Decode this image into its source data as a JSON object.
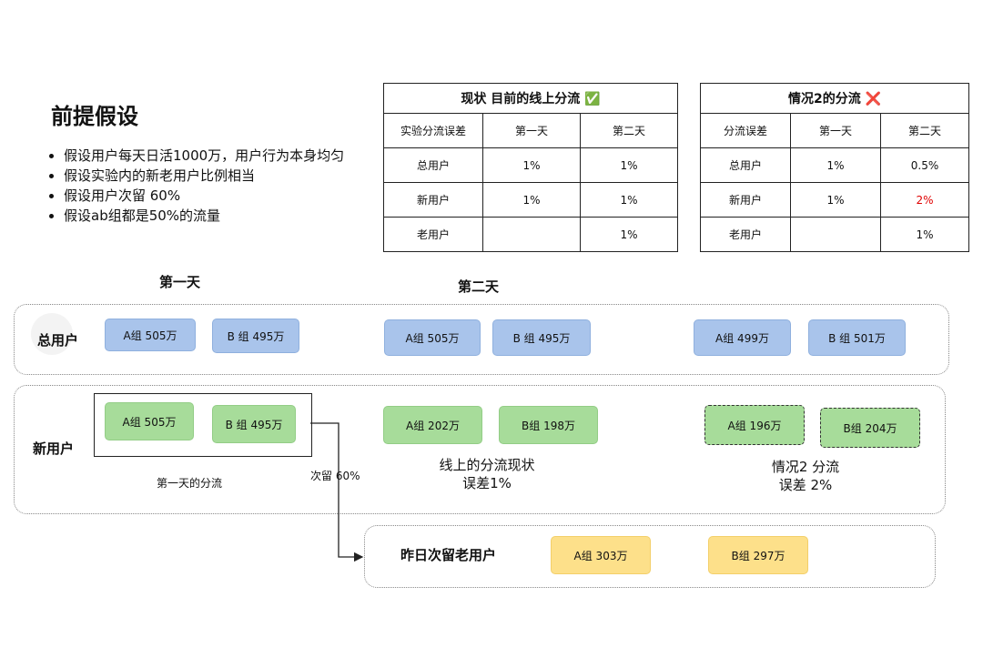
{
  "title": "前提假设",
  "bullets": [
    "假设用户每天日活1000万，用户行为本身均匀",
    "假设实验内的新老用户比例相当",
    "假设用户次留 60%",
    "假设ab组都是50%的流量"
  ],
  "table1": {
    "title": "现状 目前的线上分流",
    "status_icon": "✅",
    "headers": [
      "实验分流误差",
      "第一天",
      "第二天"
    ],
    "rows": [
      [
        "总用户",
        "1%",
        "1%"
      ],
      [
        "新用户",
        "1%",
        "1%"
      ],
      [
        "老用户",
        "",
        "1%"
      ]
    ]
  },
  "table2": {
    "title": "情况2的分流",
    "status_icon": "❌",
    "headers": [
      "分流误差",
      "第一天",
      "第二天"
    ],
    "rows": [
      [
        "总用户",
        "1%",
        "0.5%"
      ],
      [
        "新用户",
        "1%",
        "2%"
      ],
      [
        "老用户",
        "",
        "1%"
      ]
    ]
  },
  "day1_label": "第一天",
  "day2_label": "第二天",
  "lanes": {
    "total": {
      "label": "总用户",
      "boxes": [
        "A组  505万",
        "B 组  495万",
        "A组  505万",
        "B 组  495万",
        "A组  499万",
        "B 组  501万"
      ]
    },
    "new": {
      "label": "新用户",
      "boxes": [
        "A组  505万",
        "B 组  495万",
        "A组 202万",
        "B组 198万",
        "A组 196万",
        "B组 204万"
      ],
      "day1_caption": "第一天的分流",
      "retention_label": "次留 60%",
      "online_note": [
        "线上的分流现状",
        "误差1%"
      ],
      "case2_note": [
        "情况2 分流",
        "误差 2%"
      ]
    },
    "old": {
      "label": "昨日次留老用户",
      "boxes": [
        "A组 303万",
        "B组 297万"
      ]
    }
  },
  "colors": {
    "blue": "#a9c4eb",
    "green": "#a7dc9a",
    "yellow": "#fde08a",
    "error_red": "#e00000"
  }
}
